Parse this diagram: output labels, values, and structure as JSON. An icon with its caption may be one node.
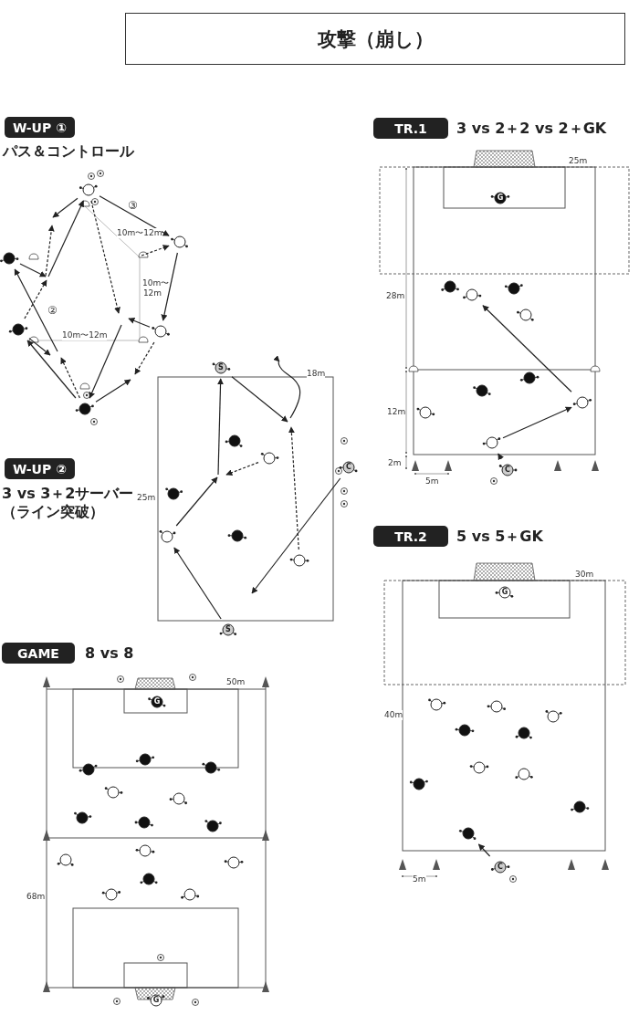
{
  "diagram": {
    "title": "攻撃（崩し）",
    "nodes": [
      {
        "text": [
          "W-UP ①"
        ],
        "beside": [
          "パス＆コントロール"
        ]
      },
      {
        "text": [
          "TR.1"
        ],
        "beside": [
          "3 vs 2＋2 vs 2＋GK"
        ]
      },
      {
        "text": [
          "W-UP ②"
        ],
        "beside": [
          "3 vs 3＋2サーバー（ライン突破）"
        ]
      },
      {
        "text": [
          "TR.2"
        ],
        "beside": [
          "5 vs 5＋GK"
        ]
      },
      {
        "text": [
          "GAME"
        ],
        "beside": [
          "8 vs 8"
        ]
      },
      {
        "text": [],
        "shape": "circle"
      },
      {
        "text": [],
        "shape": "circle"
      },
      {
        "text": [],
        "shape": "circle"
      },
      {
        "text": [],
        "shape": "circle"
      },
      {
        "text": [],
        "shape": "circle"
      },
      {
        "text": [],
        "shape": "circle"
      },
      {
        "text": [
          "S"
        ]
      },
      {
        "text": [],
        "shape": "circle"
      },
      {
        "text": [],
        "shape": "circle"
      },
      {
        "text": [
          "C"
        ]
      },
      {
        "text": [],
        "shape": "circle"
      },
      {
        "text": [],
        "shape": "circle"
      },
      {
        "text": [],
        "shape": "circle"
      },
      {
        "text": [],
        "shape": "circle"
      },
      {
        "text": [
          "S"
        ]
      },
      {
        "text": [
          "G"
        ]
      },
      {
        "text": [],
        "shape": "circle"
      },
      {
        "text": [],
        "shape": "circle"
      },
      {
        "text": [],
        "shape": "circle"
      },
      {
        "text": [],
        "shape": "circle"
      },
      {
        "text": [],
        "shape": "circle"
      },
      {
        "text": [],
        "shape": "circle"
      },
      {
        "text": [],
        "shape": "circle"
      },
      {
        "text": [],
        "shape": "circle"
      },
      {
        "text": [],
        "shape": "circle"
      },
      {
        "text": [
          "C"
        ]
      },
      {
        "text": [
          "G"
        ]
      },
      {
        "text": [],
        "shape": "circle"
      },
      {
        "text": [],
        "shape": "circle"
      },
      {
        "text": [],
        "shape": "circle"
      },
      {
        "text": [],
        "shape": "circle"
      },
      {
        "text": [],
        "shape": "circle"
      },
      {
        "text": [],
        "shape": "circle"
      },
      {
        "text": [],
        "shape": "circle"
      },
      {
        "text": [],
        "shape": "circle"
      },
      {
        "text": [],
        "shape": "circle"
      },
      {
        "text": [],
        "shape": "circle"
      },
      {
        "text": [
          "C"
        ]
      },
      {
        "text": [
          "G"
        ]
      },
      {
        "text": [],
        "shape": "circle"
      },
      {
        "text": [],
        "shape": "circle"
      },
      {
        "text": [],
        "shape": "circle"
      },
      {
        "text": [],
        "shape": "circle"
      },
      {
        "text": [],
        "shape": "circle"
      },
      {
        "text": [],
        "shape": "circle"
      },
      {
        "text": [],
        "shape": "circle"
      },
      {
        "text": [],
        "shape": "circle"
      },
      {
        "text": [],
        "shape": "circle"
      },
      {
        "text": [],
        "shape": "circle"
      },
      {
        "text": [],
        "shape": "circle"
      },
      {
        "text": [],
        "shape": "circle"
      },
      {
        "text": [],
        "shape": "circle"
      },
      {
        "text": [],
        "shape": "circle"
      },
      {
        "text": [
          "G"
        ]
      }
    ],
    "edges": [
      {
        "from": 5,
        "to": 7,
        "arrow": "to"
      },
      {
        "from": 5,
        "to": null,
        "arrow": "to"
      },
      {
        "from": null,
        "to": 5,
        "arrow": "to"
      },
      {
        "from": 6,
        "to": null,
        "arrow": "to"
      },
      {
        "from": 5,
        "to": null,
        "arrow": "to",
        "style": "dashed"
      },
      {
        "from": null,
        "to": 7,
        "arrow": "to",
        "style": "dashed"
      },
      {
        "from": 7,
        "to": 9,
        "arrow": "to"
      },
      {
        "from": 9,
        "to": null,
        "arrow": "to"
      },
      {
        "from": null,
        "to": 10,
        "arrow": "to"
      },
      {
        "from": 10,
        "to": null,
        "arrow": "to"
      },
      {
        "from": 9,
        "to": null,
        "arrow": "to",
        "style": "dashed"
      },
      {
        "from": 8,
        "to": null,
        "arrow": "to",
        "style": "dashed"
      },
      {
        "from": null,
        "to": 6,
        "arrow": "to"
      },
      {
        "from": 8,
        "to": null,
        "arrow": "to"
      },
      {
        "from": 10,
        "to": 8,
        "arrow": "to"
      },
      {
        "from": 10,
        "to": null,
        "arrow": "to",
        "style": "dashed"
      },
      {
        "from": null,
        "to": 11,
        "arrow": "to"
      },
      {
        "from": 11,
        "to": null,
        "arrow": "to"
      },
      {
        "from": 18,
        "to": null,
        "arrow": "to",
        "style": "dashed"
      },
      {
        "from": 13,
        "to": null,
        "arrow": "to",
        "style": "dashed"
      },
      {
        "from": 17,
        "to": null,
        "arrow": "to"
      },
      {
        "from": 19,
        "to": 17,
        "arrow": "to"
      },
      {
        "from": 14,
        "to": null,
        "arrow": "to"
      },
      {
        "from": 30,
        "to": 29,
        "arrow": "to"
      },
      {
        "from": 29,
        "to": 27,
        "arrow": "to"
      },
      {
        "from": 27,
        "to": 23,
        "arrow": "to"
      },
      {
        "from": 42,
        "to": 41,
        "arrow": "to"
      }
    ],
    "labels": [
      "③",
      "10m〜12m",
      "10m〜12m",
      "②",
      "10m〜12m",
      "18m",
      "25m",
      "25m",
      "28m",
      "12m",
      "2m",
      "5m",
      "30m",
      "40m",
      "5m",
      "50m",
      "68m"
    ]
  }
}
